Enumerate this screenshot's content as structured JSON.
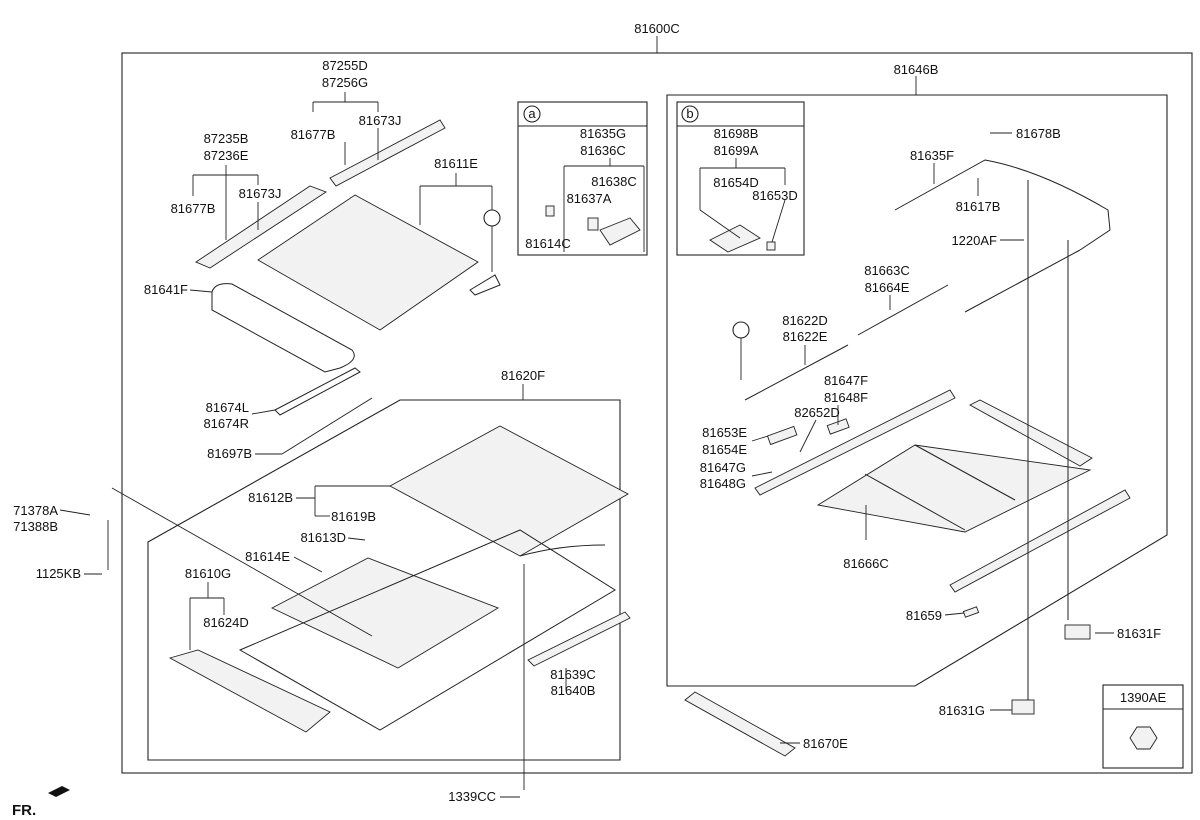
{
  "diagram": {
    "assembly_number": "81600C",
    "orientation_label": "FR.",
    "parts": [
      "87255D",
      "87256G",
      "81677B",
      "81673J",
      "87235B",
      "87236E",
      "81677B",
      "81673J",
      "81611E",
      "81641F",
      "81674L",
      "81674R",
      "81697B",
      "81620F",
      "81612B",
      "81619B",
      "81613D",
      "81614E",
      "81610G",
      "81624D",
      "81639C",
      "81640B",
      "71378A",
      "71388B",
      "1125KB",
      "1339CC",
      "81635G",
      "81636C",
      "81638C",
      "81637A",
      "81614C",
      "81698B",
      "81699A",
      "81654D",
      "81653D",
      "81646B",
      "81678B",
      "81635F",
      "81617B",
      "1220AF",
      "81663C",
      "81664E",
      "81622D",
      "81622E",
      "81647F",
      "81648F",
      "82652D",
      "81653E",
      "81654E",
      "81647G",
      "81648G",
      "81666C",
      "81659",
      "81631F",
      "81631G",
      "81670E",
      "1390AE"
    ],
    "callouts": {
      "a": "a",
      "b": "b"
    }
  }
}
